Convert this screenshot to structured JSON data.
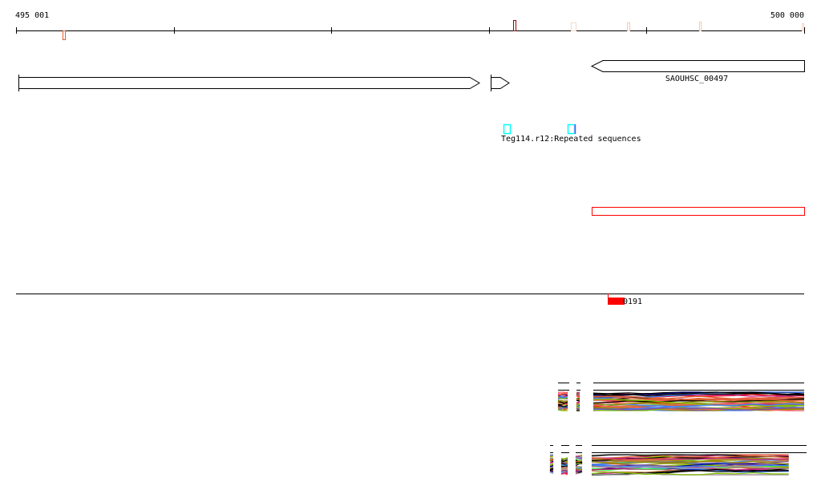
{
  "ruler": {
    "start_label": "495 001",
    "end_label": "500 000"
  },
  "genes": {
    "gene_label": "SAOUHSC_00497"
  },
  "repeats": {
    "label": "Teg114.r12:Repeated sequences"
  },
  "feature": {
    "label": "0191"
  },
  "colors": {
    "feature_red": "#ff0000",
    "repeat_cyan": "#00ffff",
    "repeat_magenta": "#ff00ff",
    "marker_orange": "#e06030",
    "marker_darkred": "#a00000"
  }
}
